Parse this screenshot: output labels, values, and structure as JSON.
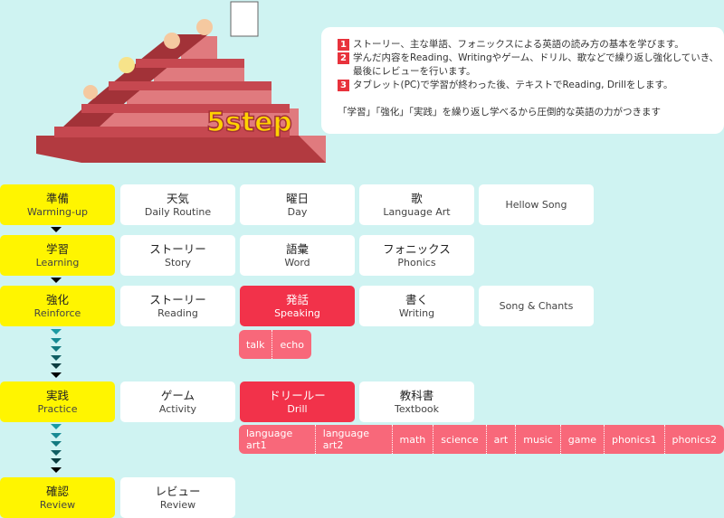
{
  "hero": {
    "logo_text": "5step"
  },
  "info": {
    "items": [
      {
        "num": "1",
        "text": "ストーリー、主な単語、フォニックスによる英語の読み方の基本を学びます。"
      },
      {
        "num": "2",
        "text": "学んだ内容をReading、Writingやゲーム、ドリル、歌などで繰り返し強化していき、",
        "text2": "最後にレビューを行います。"
      },
      {
        "num": "3",
        "text": "タブレット(PC)で学習が終わった後、テキストでReading, Drillをします。"
      }
    ],
    "summary": "「学習」「強化」「実践」を繰り返し学べるから圧倒的な英語の力がつきます"
  },
  "rows": [
    {
      "stage": {
        "jp": "準備",
        "en": "Warming-up"
      },
      "cards": [
        {
          "jp": "天気",
          "en": "Daily Routine"
        },
        {
          "jp": "曜日",
          "en": "Day"
        },
        {
          "jp": "歌",
          "en": "Language Art"
        },
        {
          "jp": "",
          "en": "Hellow Song"
        }
      ]
    },
    {
      "stage": {
        "jp": "学習",
        "en": "Learning"
      },
      "cards": [
        {
          "jp": "ストーリー",
          "en": "Story"
        },
        {
          "jp": "語彙",
          "en": "Word"
        },
        {
          "jp": "フォニックス",
          "en": "Phonics"
        }
      ]
    },
    {
      "stage": {
        "jp": "強化",
        "en": "Reinforce"
      },
      "cards": [
        {
          "jp": "ストーリー",
          "en": "Reading"
        },
        {
          "jp": "発話",
          "en": "Speaking"
        },
        {
          "jp": "書く",
          "en": "Writing"
        },
        {
          "jp": "",
          "en": "Song & Chants"
        }
      ]
    },
    {
      "stage": {
        "jp": "実践",
        "en": "Practice"
      },
      "cards": [
        {
          "jp": "ゲーム",
          "en": "Activity"
        },
        {
          "jp": "ドリールー",
          "en": "Drill"
        },
        {
          "jp": "教科書",
          "en": "Textbook"
        }
      ]
    },
    {
      "stage": {
        "jp": "確認",
        "en": "Review"
      },
      "cards": [
        {
          "jp": "レビュー",
          "en": "Review"
        }
      ]
    }
  ],
  "speaking_sub": [
    "talk",
    "echo"
  ],
  "drill_sub": [
    "language art1",
    "language art2",
    "math",
    "science",
    "art",
    "music",
    "game",
    "phonics1",
    "phonics2"
  ],
  "colors": {
    "stage": "#fff500",
    "active": "#f2324a",
    "sub": "#f8687a",
    "background": "#cff3f2"
  }
}
